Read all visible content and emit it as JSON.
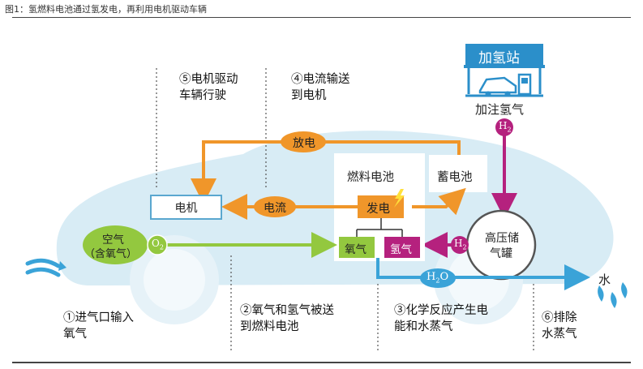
{
  "caption": "图1：氢燃料电池通过氢发电，再利用电机驱动车辆",
  "station": {
    "title": "加氢站",
    "label": "加注氢气"
  },
  "steps": {
    "s1": [
      "①进气口输入",
      "氧气"
    ],
    "s2": [
      "②氧气和氢气被送",
      "到燃料电池"
    ],
    "s3": [
      "③化学反应产生电",
      "能和水蒸气"
    ],
    "s4": [
      "④电流输送",
      "到电机"
    ],
    "s5": [
      "⑤电机驱动",
      "车辆行驶"
    ],
    "s6": [
      "⑥排除",
      "水蒸气"
    ]
  },
  "components": {
    "motor": "电机",
    "fuel_cell": "燃料电池",
    "battery": "蓄电池",
    "generate": "发电",
    "oxygen": "氧气",
    "hydrogen": "氢气",
    "tank": [
      "高压储",
      "气罐"
    ],
    "air": [
      "空气",
      "（含氧气）"
    ]
  },
  "flows": {
    "discharge": "放电",
    "current": "电流",
    "o2": {
      "base": "O",
      "sub": "2"
    },
    "h2": {
      "base": "H",
      "sub": "2"
    },
    "h2o": {
      "base": "H",
      "sub": "2",
      "tail": "O"
    },
    "water": "水"
  },
  "colors": {
    "electric": "#f0962a",
    "oxygen": "#93c83f",
    "hydrogen": "#b5217e",
    "water": "#3aa3d8",
    "car": "#d8ecf5",
    "station": "#2b8fca"
  }
}
